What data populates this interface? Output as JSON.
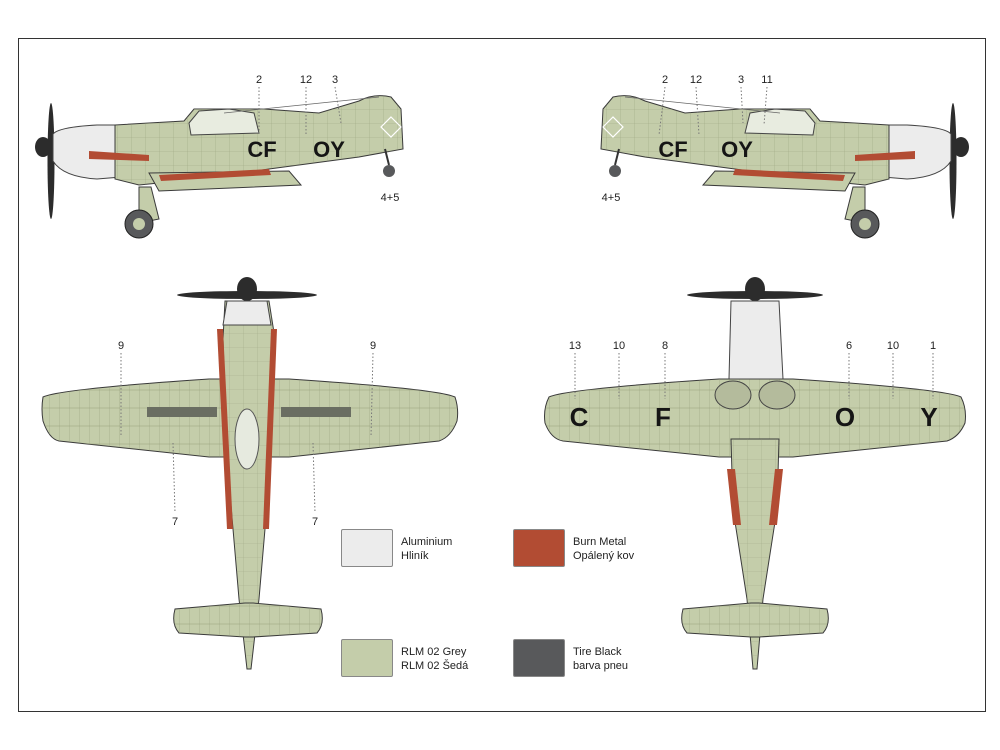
{
  "colors": {
    "rlm02": "#c4cdaa",
    "rlm02_dark": "#9aa37f",
    "aluminium": "#ececec",
    "burn_metal": "#b24c33",
    "tire_black": "#58595b",
    "panel_line": "#6f775a",
    "outline": "#3a3a3a"
  },
  "callouts": {
    "side_left": [
      {
        "id": "c-2",
        "label": "2"
      },
      {
        "id": "c-12",
        "label": "12"
      },
      {
        "id": "c-3",
        "label": "3"
      },
      {
        "id": "c-45",
        "label": "4+5"
      }
    ],
    "side_right": [
      {
        "id": "c-2",
        "label": "2"
      },
      {
        "id": "c-12",
        "label": "12"
      },
      {
        "id": "c-3",
        "label": "3"
      },
      {
        "id": "c-11",
        "label": "11"
      },
      {
        "id": "c-45",
        "label": "4+5"
      }
    ],
    "top_view": [
      {
        "id": "c-9a",
        "label": "9"
      },
      {
        "id": "c-9b",
        "label": "9"
      },
      {
        "id": "c-7a",
        "label": "7"
      },
      {
        "id": "c-7b",
        "label": "7"
      }
    ],
    "bottom_view": [
      {
        "id": "c-13",
        "label": "13"
      },
      {
        "id": "c-10a",
        "label": "10"
      },
      {
        "id": "c-8",
        "label": "8"
      },
      {
        "id": "c-6",
        "label": "6"
      },
      {
        "id": "c-10b",
        "label": "10"
      },
      {
        "id": "c-1",
        "label": "1"
      }
    ]
  },
  "markings": {
    "side_left": {
      "first": "CF",
      "second": "OY"
    },
    "side_right": {
      "first": "CF",
      "second": "OY"
    },
    "underwing": [
      "C",
      "F",
      "O",
      "Y"
    ]
  },
  "legend": [
    {
      "id": "aluminium",
      "line1": "Aluminium",
      "line2": "Hliník",
      "color": "#ececec"
    },
    {
      "id": "burn-metal",
      "line1": "Burn Metal",
      "line2": "Opálený kov",
      "color": "#b24c33"
    },
    {
      "id": "rlm02",
      "line1": "RLM 02 Grey",
      "line2": "RLM 02 Šedá",
      "color": "#c4cdaa"
    },
    {
      "id": "tire-black",
      "line1": "Tire Black",
      "line2": "barva pneu",
      "color": "#58595b"
    }
  ]
}
